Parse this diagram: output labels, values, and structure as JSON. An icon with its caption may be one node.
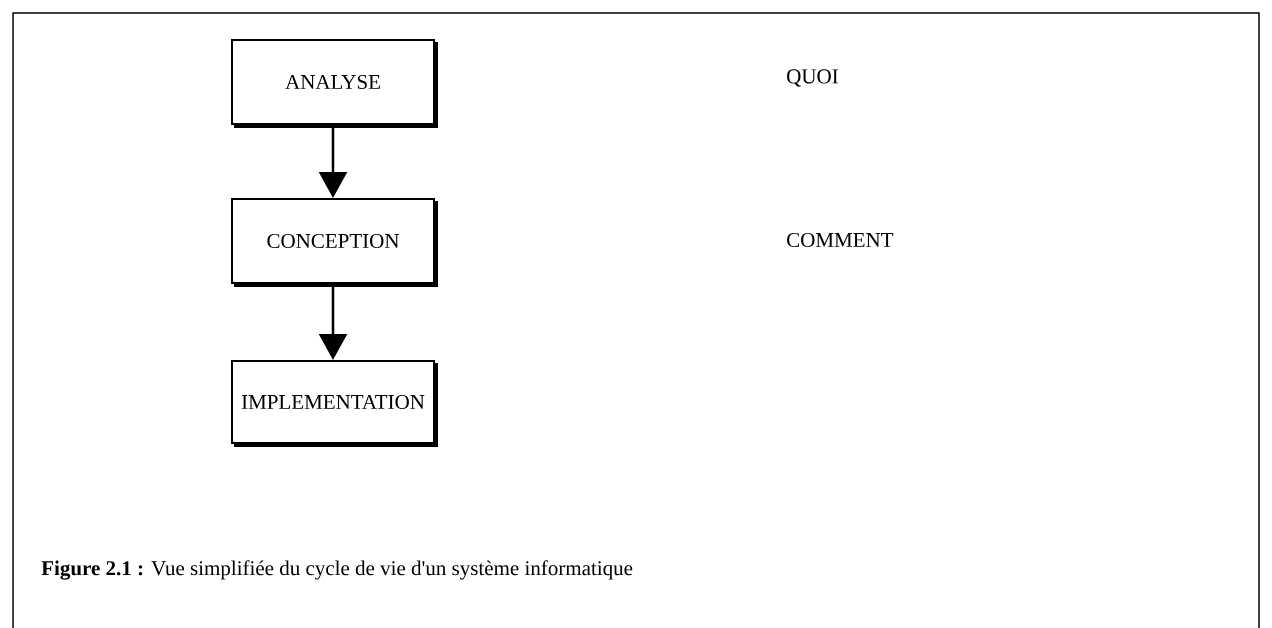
{
  "diagram": {
    "caption": "**Figure 2.1 :** Vue simplifiée du cycle de vie d'un système informatique",
    "nodes": [
      {
        "text": [
          "ANALYSE"
        ]
      },
      {
        "text": [
          "CONCEPTION"
        ]
      },
      {
        "text": [
          "IMPLEMENTATION"
        ]
      }
    ],
    "edges": [
      {
        "from": 0,
        "to": 1,
        "arrow": "to"
      },
      {
        "from": 1,
        "to": 2,
        "arrow": "to"
      }
    ],
    "labels": [
      "QUOI",
      "COMMENT"
    ]
  }
}
